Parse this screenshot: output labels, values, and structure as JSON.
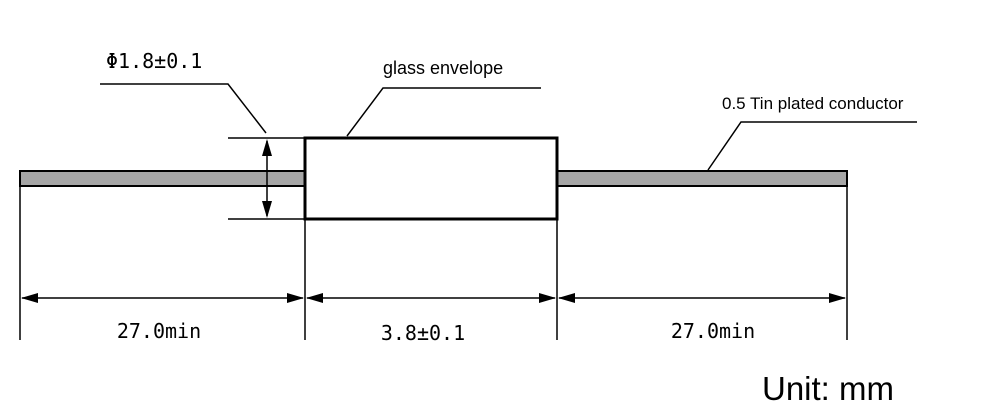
{
  "labels": {
    "diameter": "Φ1.8±0.1",
    "glass_envelope": "glass envelope",
    "conductor": "0.5 Tin plated conductor",
    "lead_left_length": "27.0min",
    "body_length": "3.8±0.1",
    "lead_right_length": "27.0min",
    "unit": "Unit: mm"
  },
  "colors": {
    "line": "#000000",
    "lead_fill": "#a6a6a6",
    "body_fill": "#ffffff",
    "background": "#ffffff"
  }
}
